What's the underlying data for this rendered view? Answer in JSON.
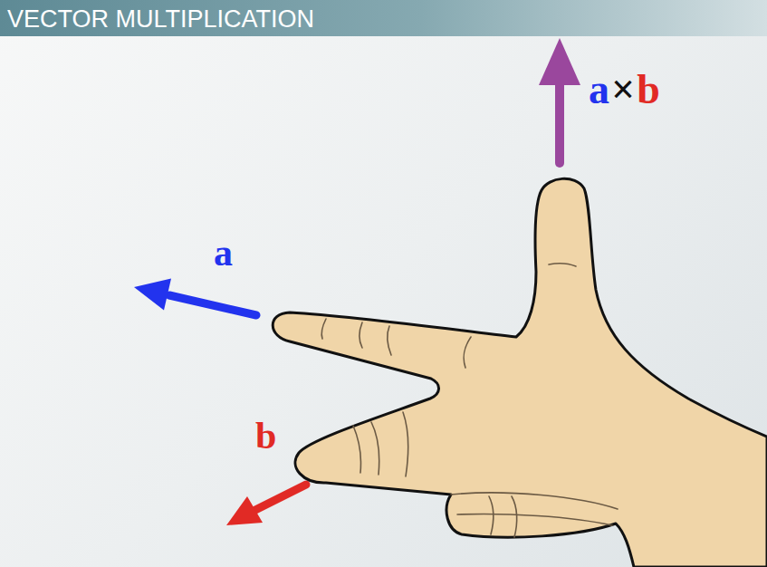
{
  "diagram": {
    "title": "VECTOR MULTIPLICATION",
    "labels": [
      "a",
      "b",
      "a",
      "×",
      "b"
    ]
  }
}
